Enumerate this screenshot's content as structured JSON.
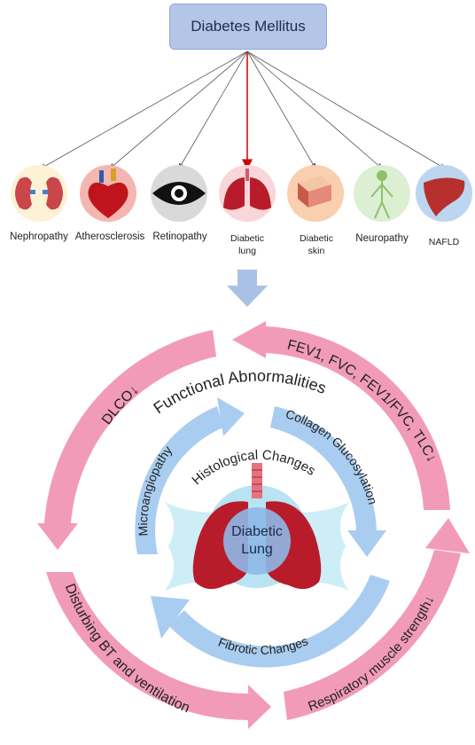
{
  "title": "Diabetes Mellitus",
  "complications": [
    {
      "line1": "Nephropathy",
      "line2": "",
      "icon": "kidney-icon",
      "bg": "#fdf1d6"
    },
    {
      "line1": "Atherosclerosis",
      "line2": "",
      "icon": "heart-icon",
      "bg": "#f4b6b1"
    },
    {
      "line1": "Retinopathy",
      "line2": "",
      "icon": "eye-icon",
      "bg": "#d9d9d9"
    },
    {
      "line1": "Diabetic",
      "line2": "lung",
      "icon": "lungs-icon",
      "bg": "#f9d6da"
    },
    {
      "line1": "Diabetic",
      "line2": "skin",
      "icon": "skin-icon",
      "bg": "#f9cfb0"
    },
    {
      "line1": "Neuropathy",
      "line2": "",
      "icon": "nervous-system-icon",
      "bg": "#dcefd3"
    },
    {
      "line1": "NAFLD",
      "line2": "",
      "icon": "liver-icon",
      "bg": "#bcd5f0"
    }
  ],
  "outer_ring": {
    "top_right": "FEV1, FVC, FEV1/FVC, TLC↓",
    "top_left": "DLCO↓",
    "bottom_left": "Disturbing BT and ventilation",
    "bottom_right": "Respiratory muscle strength↓"
  },
  "functional_label": "Functional Abnormalities",
  "inner_ring": {
    "left": "Microangiopathy",
    "right": "Collagen Glucosylation",
    "bottom": "Fibrotic  Changes"
  },
  "histological_label": "Histological Changes",
  "center": {
    "line1": "Diabetic",
    "line2": "Lung"
  },
  "colors": {
    "title_box": "#b3c6e7",
    "outer_arrow": "#f29bb9",
    "inner_arrow": "#a9cdf0",
    "highlight_line": "#cc0000",
    "down_arrow": "#a9c1e5"
  }
}
